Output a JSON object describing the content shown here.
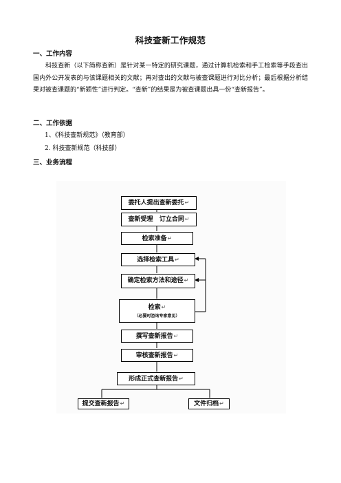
{
  "title": "科技查新工作规范",
  "sections": [
    {
      "heading": "一、工作内容"
    },
    {
      "heading": "二、工作依据"
    },
    {
      "heading": "三、业务流程"
    }
  ],
  "content_paragraph": "科技查新（以下简称查新）是针对某一特定的研究课题，通过计算机检索和手工检索等手段查出国内外公开发表的与该课题相关的文献；再对查出的文献与被查课题进行对比分析；最后根据分析结果对被查课题的“新颖性”进行判定。“查新”的结果是为被查课题出具一份“查新报告”。",
  "basis_items": [
    "1、《科技查新规范》（教育部）",
    "2. 科技查新规范（科技部）"
  ],
  "flowchart": {
    "steps": [
      "委托人提出查新委托",
      "查新受理   订立合同",
      "检索准备",
      "选择检索工具",
      "确定检索方法和途径",
      "检索",
      "撰写查新报告",
      "审核查新报告",
      "形成正式查新报告",
      "提交查新报告",
      "文件归档"
    ],
    "search_note": "（必要时咨询专家意见）",
    "return_mark": "↵"
  }
}
